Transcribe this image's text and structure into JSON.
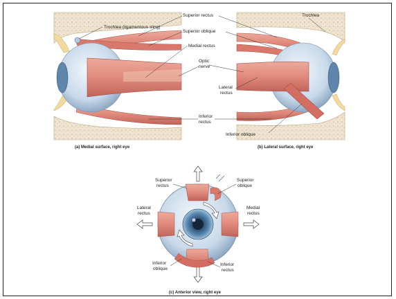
{
  "panels": {
    "medial": {
      "caption": "(a) Medial surface, right eye",
      "labels": {
        "trochlea": "Trochlea (ligamentous sling)",
        "superior_rectus": "Superior rectus",
        "superior_oblique": "Superior oblique",
        "medial_rectus": "Medial rectus",
        "optic_nerve_line1": "Optic",
        "optic_nerve_line2": "nerve",
        "inferior_rectus_line1": "Inferior",
        "inferior_rectus_line2": "rectus"
      }
    },
    "lateral": {
      "caption": "(b) Lateral surface, right eye",
      "labels": {
        "trochlea": "Trochlea",
        "lateral_rectus_line1": "Lateral",
        "lateral_rectus_line2": "rectus",
        "inferior_oblique": "Inferior oblique"
      }
    },
    "anterior": {
      "caption": "(c) Anterior view, right eye",
      "labels": {
        "superior_rectus_line1": "Superior",
        "superior_rectus_line2": "rectus",
        "superior_oblique_line1": "Superior",
        "superior_oblique_line2": "oblique",
        "lateral_rectus_line1": "Lateral",
        "lateral_rectus_line2": "rectus",
        "medial_rectus_line1": "Medial",
        "medial_rectus_line2": "rectus",
        "inferior_oblique_line1": "Inferior",
        "inferior_oblique_line2": "oblique",
        "inferior_rectus_line1": "Inferior",
        "inferior_rectus_line2": "rectus"
      }
    }
  },
  "colors": {
    "muscle": "#e08a7c",
    "muscle_dark": "#c0645a",
    "sclera": "#d9e6f2",
    "iris": "#4f7fa6",
    "bone": "#efe4cf",
    "fat": "#f2d9a0"
  }
}
